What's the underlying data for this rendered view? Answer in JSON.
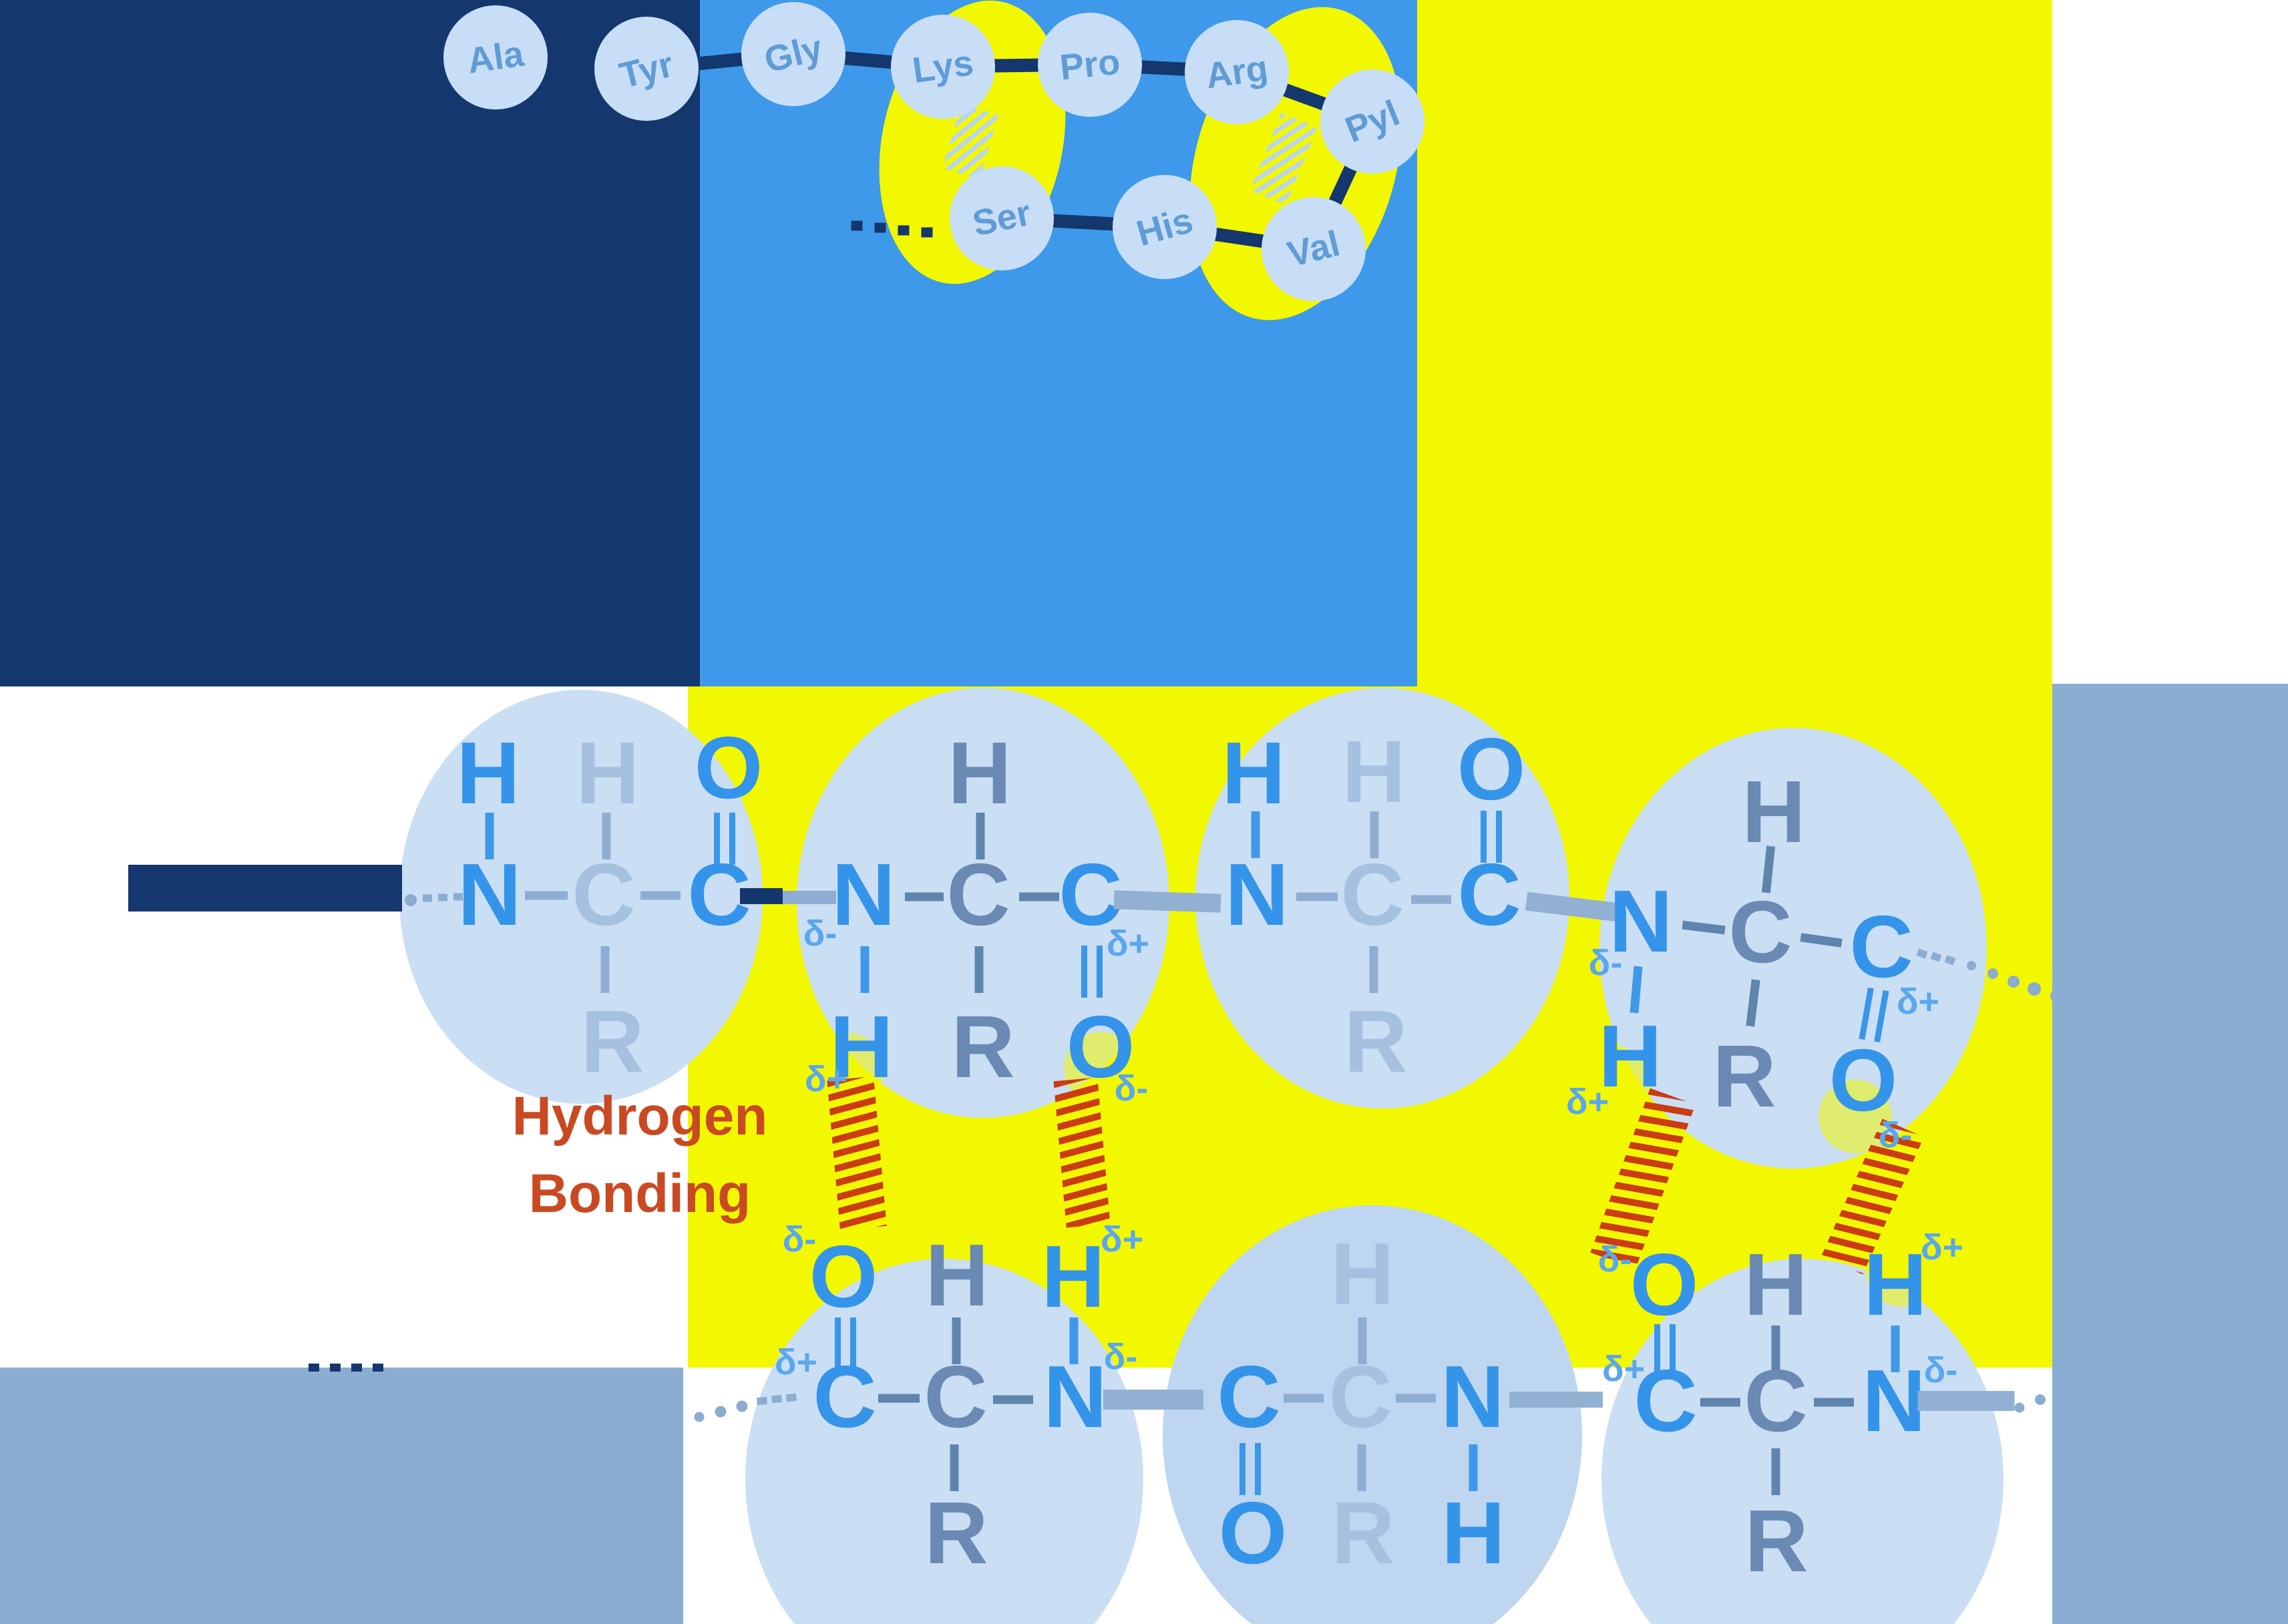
{
  "diagram_title": {
    "line1": "Hydrogen",
    "line2": "Bonding"
  },
  "atoms": {
    "hydrogen": "H",
    "nitrogen": "N",
    "carbon": "C",
    "oxygen": "O",
    "r_group": "R"
  },
  "charges": {
    "partial_positive": "δ+",
    "partial_negative": "δ-"
  },
  "amino_acid_chain": {
    "residues": [
      {
        "label": "Ala"
      },
      {
        "label": "Tyr"
      },
      {
        "label": "Gly"
      },
      {
        "label": "Lys"
      },
      {
        "label": "Pro"
      },
      {
        "label": "Arg"
      },
      {
        "label": "Pyl"
      },
      {
        "label": "Ser"
      },
      {
        "label": "His"
      },
      {
        "label": "Val"
      }
    ],
    "highlighted_hbond_pairs": [
      "Lys–Ser",
      "Arg–Val"
    ]
  },
  "colors": {
    "navy": "#14376d",
    "sky_blue": "#3e99ea",
    "yellow": "#f2f800",
    "gray_blue_block": "#8badd2",
    "circle_light_blue": "#cadef4",
    "circle_light_blue_alt": "#bed6f0",
    "atom_bright_blue": "#3494e9",
    "atom_pale_blue": "#a6c1e0",
    "atom_steel_blue": "#6a8ab4",
    "hbond_red": "#cc3c12",
    "title_red_orange": "#c94a22",
    "amino_label_blue": "#5f9cd6",
    "delta_label_blue": "#5aa7ed"
  }
}
